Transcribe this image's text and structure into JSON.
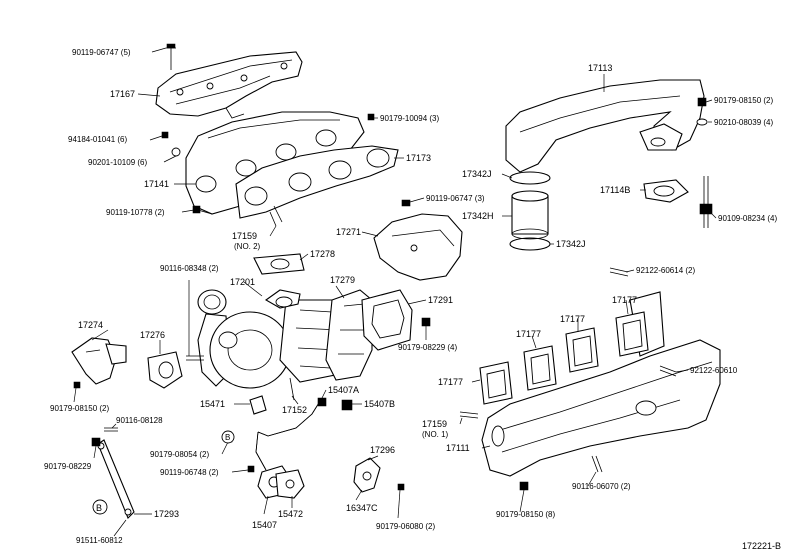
{
  "diagram": {
    "figure_code": "172221-B",
    "labels": {
      "l01": "90119-06747 (5)",
      "l02": "17167",
      "l03": "94184-01041 (6)",
      "l04": "90201-10109 (6)",
      "l05": "17141",
      "l06": "90119-10778 (2)",
      "l07": "17159",
      "l08": "(NO. 2)",
      "l09": "90179-10094 (3)",
      "l10": "17173",
      "l11": "90119-06747 (3)",
      "l12": "17271",
      "l13": "17278",
      "l14": "90116-08348 (2)",
      "l15": "17201",
      "l16": "17279",
      "l17": "17291",
      "l18": "17274",
      "l19": "17276",
      "l20": "90179-08229 (4)",
      "l21": "90179-08150 (2)",
      "l22": "15471",
      "l23": "17152",
      "l24": "15407A",
      "l25": "15407B",
      "l26": "90116-08128",
      "l27": "90179-08054 (2)",
      "l28": "90179-08229",
      "l29": "90119-06748 (2)",
      "l30": "17296",
      "l31": "17293",
      "l32": "15407",
      "l33": "15472",
      "l34": "16347C",
      "l35": "90179-06080 (2)",
      "l36": "91511-60812",
      "l37": "17113",
      "l38": "90179-08150 (2)",
      "l39": "90210-08039 (4)",
      "l40": "17342J",
      "l41": "17114B",
      "l42": "17342H",
      "l43": "90109-08234 (4)",
      "l44": "17342J",
      "l45": "92122-60614 (2)",
      "l46": "17177",
      "l47": "17177",
      "l48": "17177",
      "l49": "17177",
      "l50": "92122-60610",
      "l51": "17159",
      "l52": "(NO. 1)",
      "l53": "17111",
      "l54": "90116-06070 (2)",
      "l55": "90179-08150 (8)",
      "l56": "B",
      "l57": "B"
    }
  }
}
